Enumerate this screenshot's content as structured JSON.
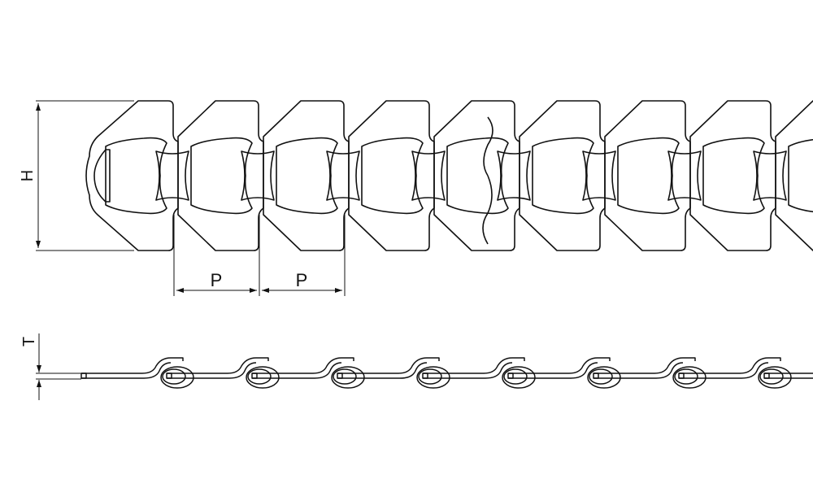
{
  "drawing": {
    "title": "",
    "line_color": "#111111",
    "background": "#ffffff"
  },
  "dimensions": {
    "height_label": "H",
    "pitch_label_1": "P",
    "pitch_label_2": "P",
    "thickness_label": "T"
  },
  "top_view": {
    "link_count": 9,
    "break_between_links": [
      4,
      5
    ]
  },
  "side_view": {
    "link_count": 9,
    "break_between_links": [
      4,
      5
    ]
  }
}
